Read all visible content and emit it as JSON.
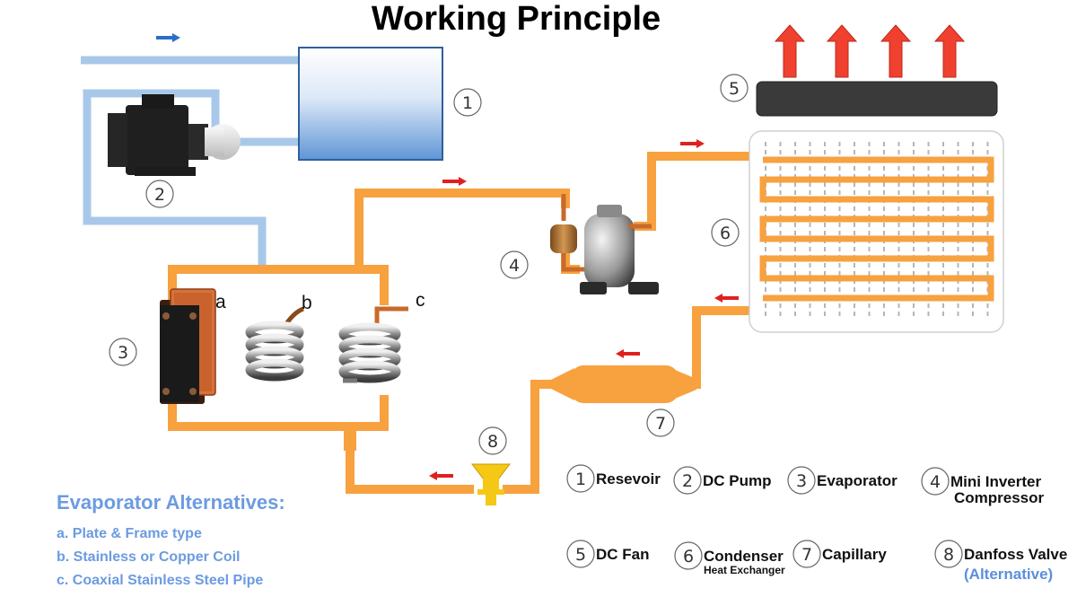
{
  "title": "Working Principle",
  "colors": {
    "water_pipe": "#a8c8ea",
    "refrigerant_pipe": "#f7a13f",
    "flow_arrow_red": "#e02020",
    "flow_arrow_blue": "#2a6fc4",
    "heat_arrow": "#f04030",
    "fan_bar": "#3a3a3a",
    "evap_text": "#6c9be0",
    "alt_text": "#5b8fdc"
  },
  "component_numbers": [
    "1",
    "2",
    "3",
    "4",
    "5",
    "6",
    "7",
    "8"
  ],
  "evaporator_letters": [
    "a",
    "b",
    "c"
  ],
  "legend": [
    {
      "num": "1",
      "label": "Resevoir",
      "sub": "",
      "alt": ""
    },
    {
      "num": "2",
      "label": "DC Pump",
      "sub": "",
      "alt": ""
    },
    {
      "num": "3",
      "label": "Evaporator",
      "sub": "",
      "alt": ""
    },
    {
      "num": "4",
      "label": "Mini Inverter",
      "sub": "Compressor",
      "alt": ""
    },
    {
      "num": "5",
      "label": "DC Fan",
      "sub": "",
      "alt": ""
    },
    {
      "num": "6",
      "label": "Condenser",
      "sub": "Heat Exchanger",
      "alt": ""
    },
    {
      "num": "7",
      "label": "Capillary",
      "sub": "",
      "alt": ""
    },
    {
      "num": "8",
      "label": "Danfoss Valve",
      "sub": "",
      "alt": "(Alternative)"
    }
  ],
  "evaporator_alternatives": {
    "heading": "Evaporator Alternatives:",
    "items": [
      "a. Plate & Frame type",
      "b. Stainless or Copper Coil",
      "c. Coaxial Stainless Steel Pipe"
    ]
  }
}
